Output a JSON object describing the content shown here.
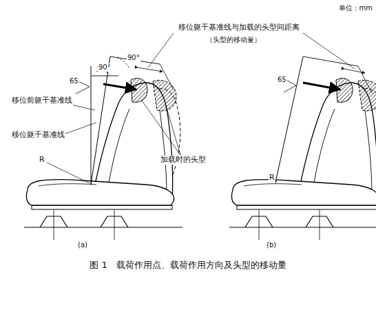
{
  "diagram": {
    "caption": "图 1　载荷作用点、载荷作用方向及头型的移动量",
    "labels": [
      "单位：mm",
      "移位躯干基准线与加载的头型间距离",
      "（头型的移动量）",
      "90°",
      "90°",
      "65",
      "65",
      "移位前躯干基准线",
      "加载时的头型",
      "移位躯干基准线",
      "R",
      "R",
      "(a)",
      "(b)"
    ]
  }
}
